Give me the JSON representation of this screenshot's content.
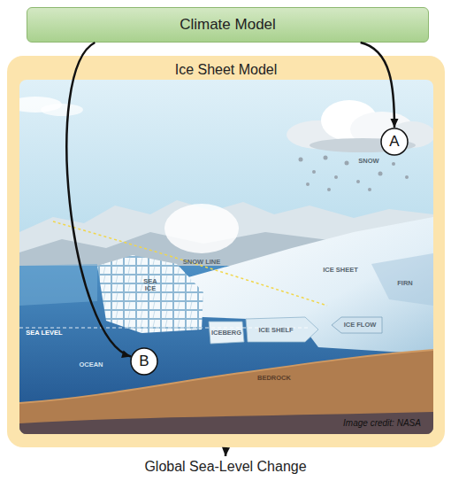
{
  "diagram": {
    "nodes": [
      {
        "text": [
          "Climate Model"
        ]
      },
      {
        "text": [
          "Ice Sheet Model"
        ]
      },
      {
        "text": [
          "A"
        ],
        "in": 1
      },
      {
        "text": [
          "B"
        ],
        "in": 1
      },
      {
        "text": [
          "Global Sea-Level Change"
        ]
      }
    ],
    "edges": [
      {
        "from": 0,
        "to": 2,
        "arrow": "to"
      },
      {
        "from": 0,
        "to": 3,
        "arrow": "to"
      },
      {
        "from": 1,
        "to": 4,
        "arrow": "to"
      }
    ],
    "labels": [
      "SNOW",
      "SNOW LINE",
      "SEA ICE",
      "ICE SHEET",
      "FIRN",
      "SEA LEVEL",
      "ICEBERG",
      "ICE SHELF",
      "ICE FLOW",
      "OCEAN",
      "BEDROCK",
      "Image credit: NASA"
    ]
  }
}
